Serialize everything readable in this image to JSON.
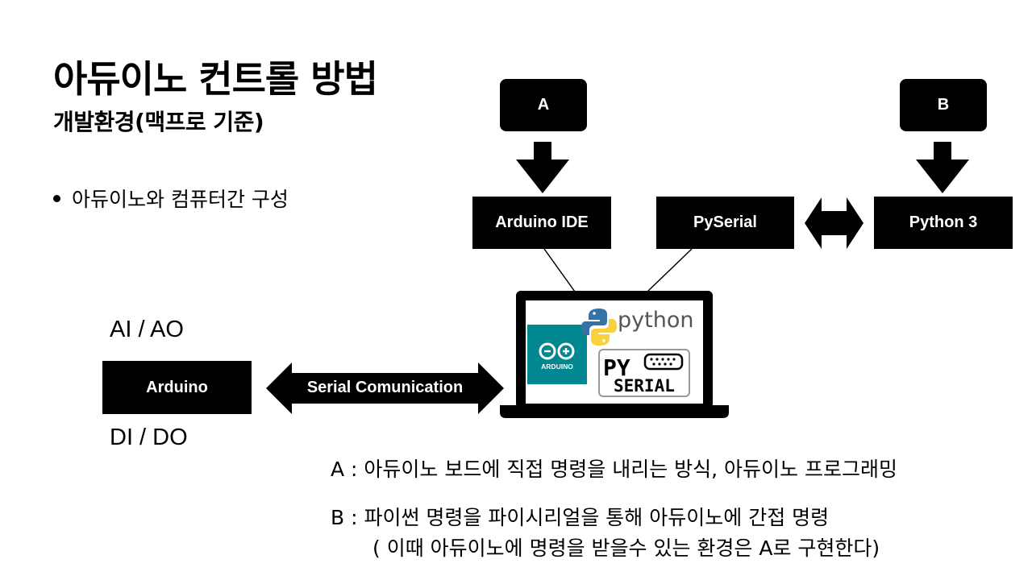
{
  "title": "아듀이노 컨트롤 방법",
  "subtitle": "개발환경(맥프로 기준)",
  "bullet": "아듀이노와 컴퓨터간 구성",
  "nodes": {
    "a": "A",
    "b": "B",
    "arduino_ide": "Arduino IDE",
    "pyserial": "PySerial",
    "python3": "Python 3",
    "arduino": "Arduino"
  },
  "labels": {
    "ai_ao": "AI / AO",
    "di_do": "DI / DO",
    "serial": "Serial Comunication"
  },
  "laptop": {
    "python_logo_text": "python",
    "arduino_logo_text": "ARDUINO",
    "pyserial_logo_line1": "PY",
    "pyserial_logo_line2": "SERIAL"
  },
  "notes": {
    "a": "A : 아듀이노 보드에 직접 명령을 내리는 방식, 아듀이노 프로그래밍",
    "b": "B : 파이썬 명령을 파이시리얼을 통해 아듀이노에 간접 명령",
    "b2": "( 이때 아듀이노에 명령을 받을수 있는 환경은 A로 구현한다)"
  },
  "colors": {
    "black": "#000000",
    "arduino_teal": "#00878F",
    "python_blue": "#3572A5",
    "python_yellow": "#F7D23E"
  }
}
